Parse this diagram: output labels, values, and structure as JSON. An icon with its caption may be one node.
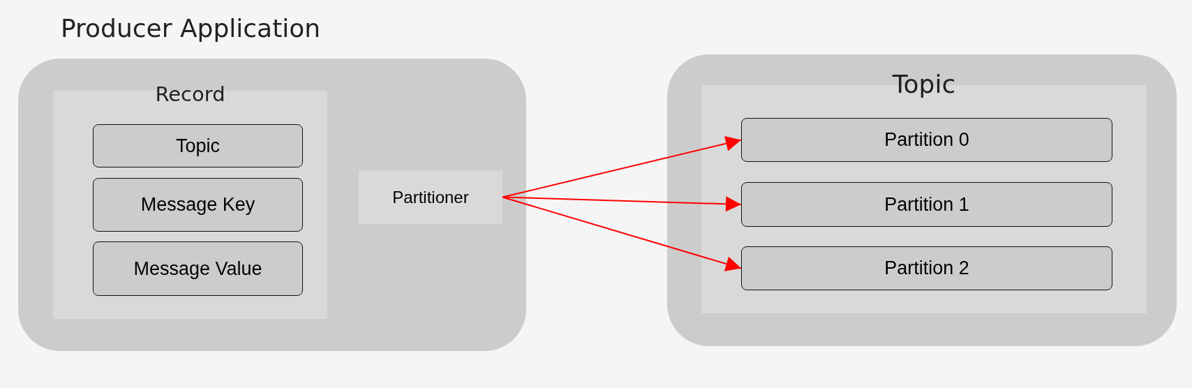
{
  "diagram": {
    "nodes": [
      {
        "text": [
          "Producer Application"
        ]
      },
      {
        "text": [
          "Record"
        ],
        "in": 0
      },
      {
        "text": [
          "Topic"
        ],
        "in": 1
      },
      {
        "text": [
          "Message Key"
        ],
        "in": 1
      },
      {
        "text": [
          "Message Value"
        ],
        "in": 1
      },
      {
        "text": [
          "Partitioner"
        ],
        "in": 0
      },
      {
        "text": [],
        "shape": "box"
      },
      {
        "text": [
          "Topic"
        ],
        "in": 6
      },
      {
        "text": [
          "Partition 0"
        ],
        "in": 7
      },
      {
        "text": [
          "Partition 1"
        ],
        "in": 7
      },
      {
        "text": [
          "Partition 2"
        ],
        "in": 7
      }
    ],
    "edges": [
      {
        "from": 5,
        "to": 8,
        "arrow": "to"
      },
      {
        "from": 5,
        "to": 9,
        "arrow": "to"
      },
      {
        "from": 5,
        "to": 10,
        "arrow": "to"
      }
    ]
  }
}
